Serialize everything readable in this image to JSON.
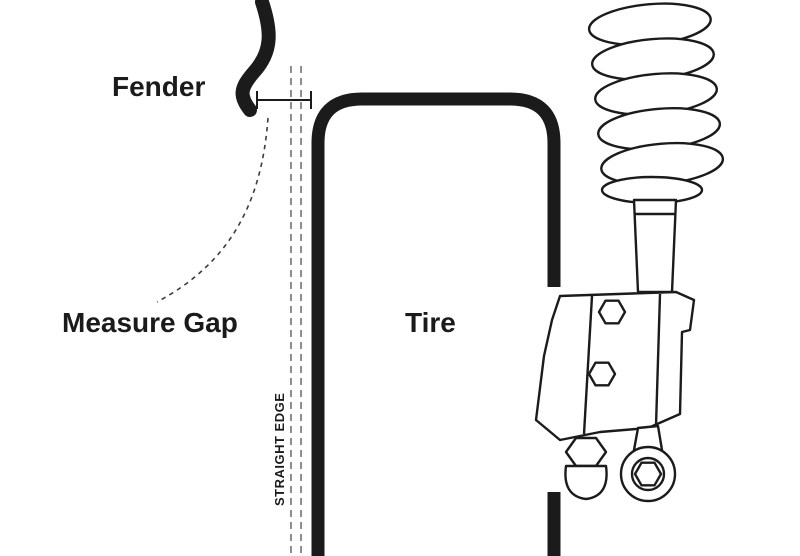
{
  "diagram": {
    "labels": {
      "fender": "Fender",
      "measure_gap": "Measure Gap",
      "tire": "Tire",
      "straight_edge": "STRAIGHT EDGE"
    },
    "colors": {
      "ink": "#1b1b1b",
      "guide": "#7a7a7a",
      "bg": "#ffffff"
    }
  }
}
